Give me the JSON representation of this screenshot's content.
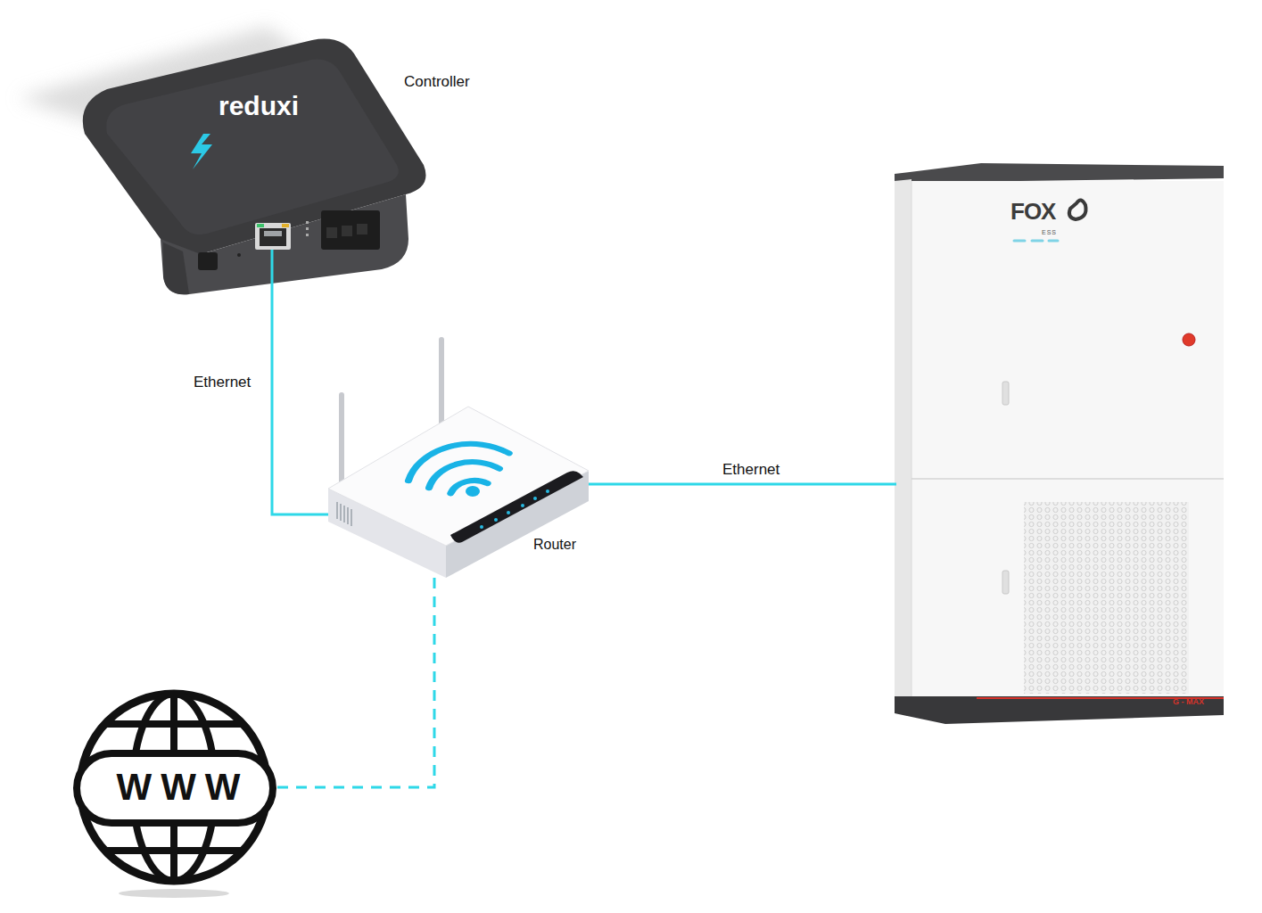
{
  "diagram": {
    "nodes": [
      {
        "text": [
          "reduxi",
          "Controller"
        ]
      },
      {
        "text": [
          "Router"
        ]
      },
      {
        "text": [
          "FOX",
          "ESS",
          "G - MAX"
        ]
      },
      {
        "text": [
          "WWW"
        ]
      }
    ],
    "edges": [
      {
        "from": 0,
        "to": 1,
        "arrow": "none",
        "label": "Ethernet"
      },
      {
        "from": 1,
        "to": 2,
        "arrow": "none",
        "label": "Ethernet"
      },
      {
        "from": 1,
        "to": 3,
        "arrow": "none"
      }
    ]
  }
}
